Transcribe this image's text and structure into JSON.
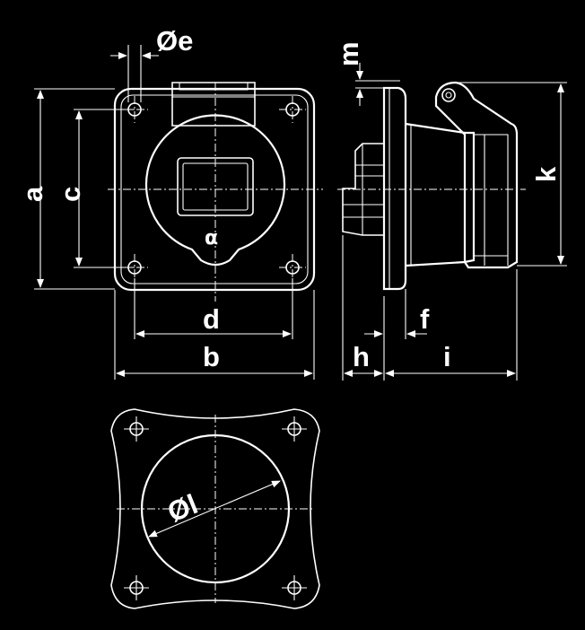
{
  "colors": {
    "background": "#000000",
    "lines": "#ffffff"
  },
  "labels": {
    "a": "a",
    "b": "b",
    "c": "c",
    "d": "d",
    "e": "Øe",
    "f": "f",
    "h": "h",
    "i": "i",
    "k": "k",
    "l": "Øl",
    "m": "m",
    "symbol": "α"
  }
}
